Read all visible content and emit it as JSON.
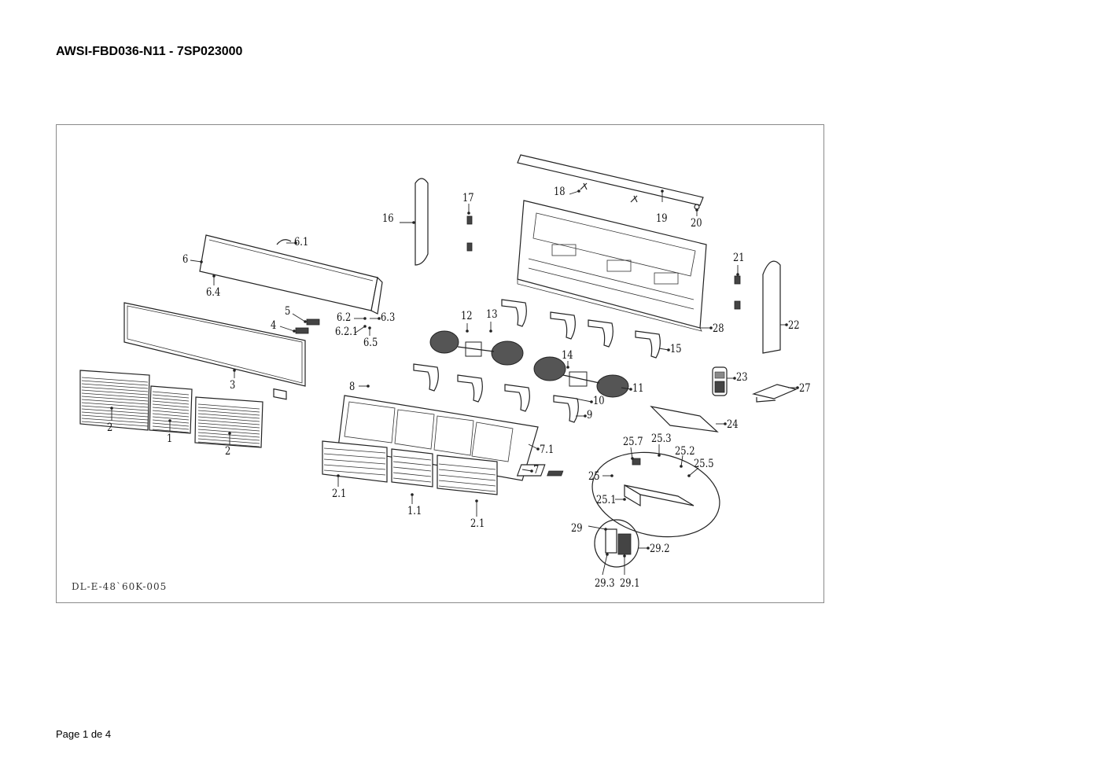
{
  "document": {
    "title": "AWSI-FBD036-N11 - 7SP023000",
    "footer": "Page 1 de 4"
  },
  "diagram": {
    "drawing_code": "DL-E-48`60K-005",
    "part_labels": [
      "1",
      "1.1",
      "2",
      "2",
      "2.1",
      "2.1",
      "3",
      "4",
      "5",
      "6",
      "6.1",
      "6.2",
      "6.2.1",
      "6.3",
      "6.4",
      "6.5",
      "7",
      "7.1",
      "8",
      "9",
      "10",
      "11",
      "12",
      "13",
      "14",
      "15",
      "16",
      "17",
      "18",
      "19",
      "20",
      "21",
      "22",
      "23",
      "24",
      "25",
      "25.1",
      "25.2",
      "25.3",
      "25.5",
      "25.7",
      "27",
      "28",
      "29",
      "29.1",
      "29.2",
      "29.3"
    ]
  }
}
